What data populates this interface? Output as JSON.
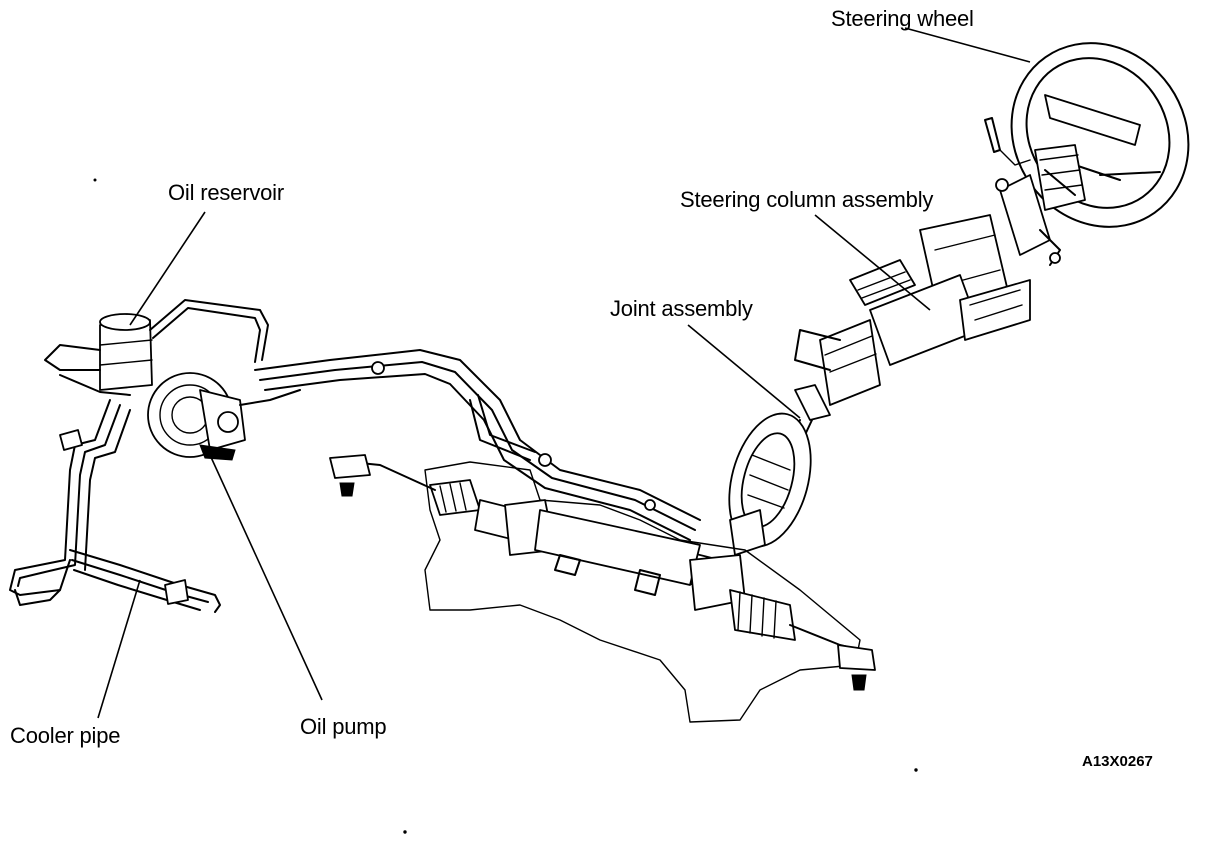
{
  "labels": {
    "steering_wheel": "Steering wheel",
    "steering_column_assembly": "Steering column assembly",
    "joint_assembly": "Joint assembly",
    "oil_reservoir": "Oil reservoir",
    "oil_pump": "Oil pump",
    "cooler_pipe": "Cooler pipe"
  },
  "figure_code": "A13X0267"
}
